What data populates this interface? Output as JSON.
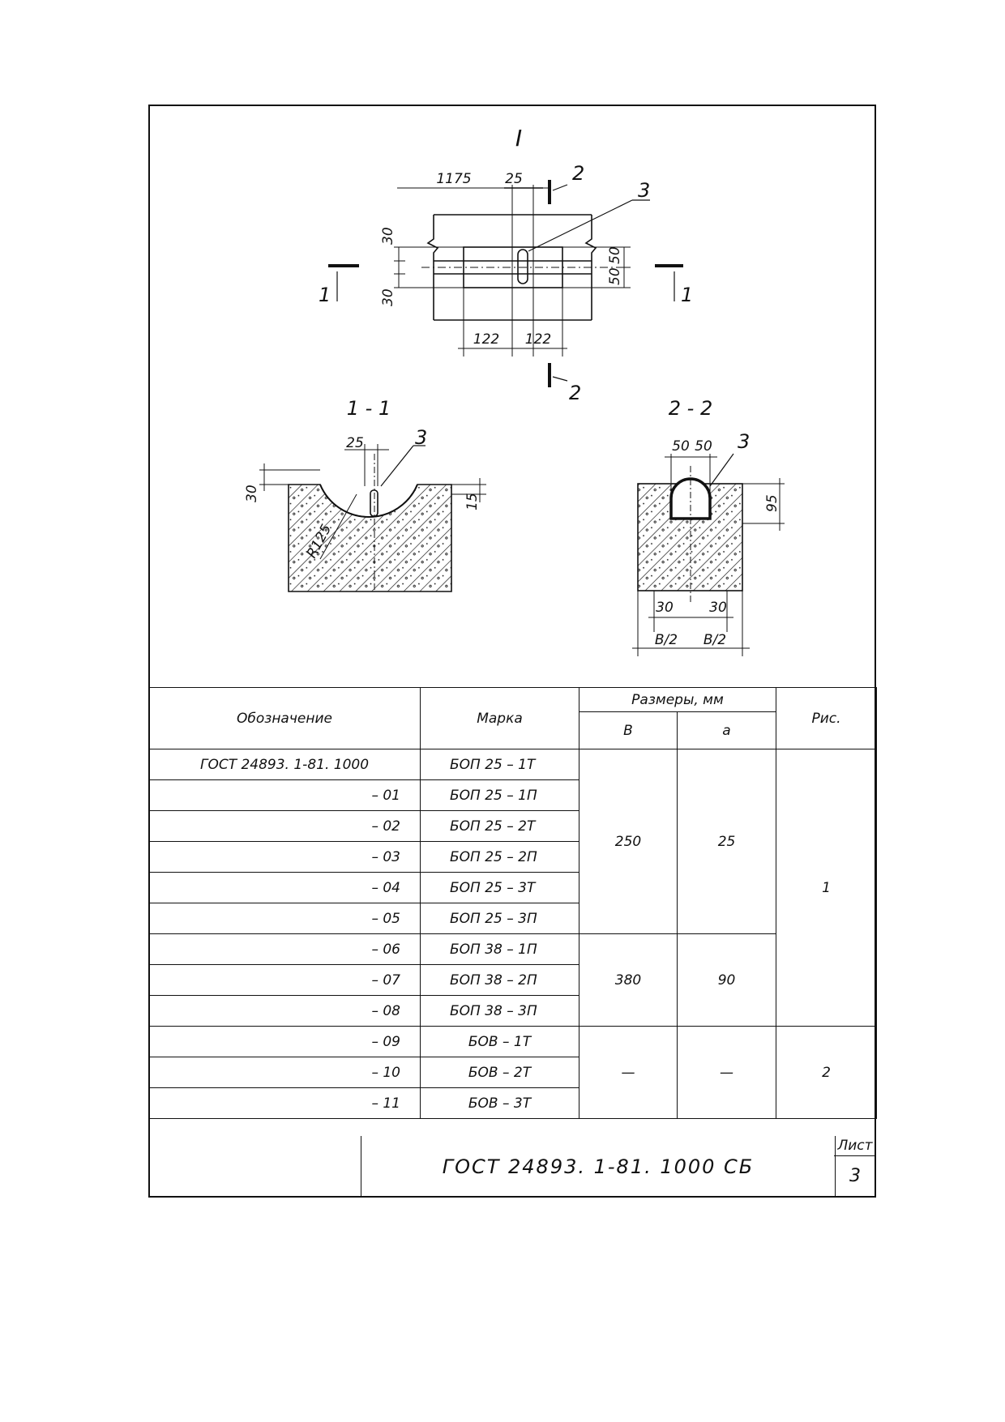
{
  "drawing": {
    "detail_label": "I",
    "plan": {
      "dims": {
        "len_1175": "1175",
        "w_25": "25",
        "h_30_top": "30",
        "h_30_bottom": "30",
        "h_50_a": "50",
        "h_50_b": "50",
        "w_122_a": "122",
        "w_122_b": "122"
      },
      "section_marks": {
        "s2_top": "2",
        "s2_bottom": "2",
        "s1_left": "1",
        "s1_right": "1"
      },
      "callout": "3"
    },
    "section_1_1": {
      "title": "1 - 1",
      "dim_25": "25",
      "dim_30": "30",
      "dim_15": "15",
      "radius": "R125",
      "callout": "3"
    },
    "section_2_2": {
      "title": "2 - 2",
      "dim_50a": "50",
      "dim_50b": "50",
      "dim_95": "95",
      "dim_30a": "30",
      "dim_30b": "30",
      "dim_b2a": "B/2",
      "dim_b2b": "B/2",
      "callout": "3"
    }
  },
  "table": {
    "headers": {
      "designation": "Обозначение",
      "mark": "Марка",
      "sizes": "Размеры, мм",
      "B": "B",
      "a": "a",
      "fig": "Рис."
    },
    "rows": [
      {
        "designation": "ГОСТ 24893. 1-81. 1000",
        "mark": "БОП 25 – 1Т"
      },
      {
        "designation": "– 01",
        "mark": "БОП 25 – 1П"
      },
      {
        "designation": "– 02",
        "mark": "БОП 25 – 2Т"
      },
      {
        "designation": "– 03",
        "mark": "БОП 25 – 2П"
      },
      {
        "designation": "– 04",
        "mark": "БОП 25 – 3Т"
      },
      {
        "designation": "– 05",
        "mark": "БОП 25 – 3П"
      },
      {
        "designation": "– 06",
        "mark": "БОП 38 – 1П"
      },
      {
        "designation": "– 07",
        "mark": "БОП 38 – 2П"
      },
      {
        "designation": "– 08",
        "mark": "БОП 38 – 3П"
      },
      {
        "designation": "– 09",
        "mark": "БОВ – 1Т"
      },
      {
        "designation": "– 10",
        "mark": "БОВ – 2Т"
      },
      {
        "designation": "– 11",
        "mark": "БОВ – 3Т"
      }
    ],
    "groups": [
      {
        "B": "250",
        "a": "25"
      },
      {
        "B": "380",
        "a": "90"
      },
      {
        "B": "—",
        "a": "—"
      }
    ],
    "figs": [
      "1",
      "2"
    ]
  },
  "title_block": {
    "code": "ГОСТ 24893. 1-81. 1000 СБ",
    "sheet_label": "Лист",
    "sheet_number": "3"
  }
}
